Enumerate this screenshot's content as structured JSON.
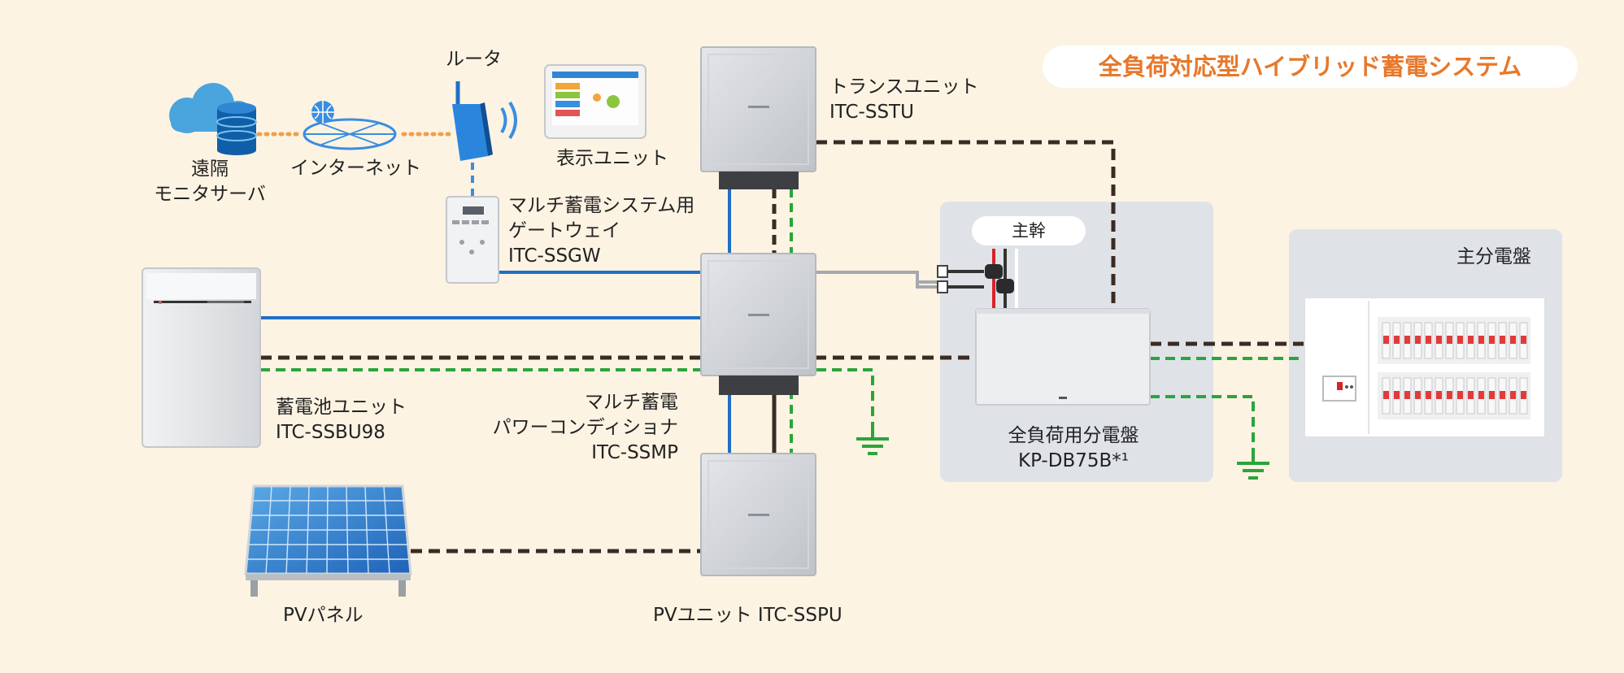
{
  "title": "全負荷対応型ハイブリッド蓄電システム",
  "labels": {
    "router": "ルータ",
    "internet": "インターネット",
    "remote_server_line1": "遠隔",
    "remote_server_line2": "モニタサーバ",
    "display_unit": "表示ユニット",
    "gateway_line1": "マルチ蓄電システム用",
    "gateway_line2": "ゲートウェイ",
    "gateway_line3": "ITC-SSGW",
    "trans_unit_line1": "トランスユニット",
    "trans_unit_line2": "ITC-SSTU",
    "battery_line1": "蓄電池ユニット",
    "battery_line2": "ITC-SSBU98",
    "pcs_line1": "マルチ蓄電",
    "pcs_line2": "パワーコンディショナ",
    "pcs_line3": "ITC-SSMP",
    "pv_panel": "PVパネル",
    "pv_unit": "PVユニット ITC-SSPU",
    "main_trunk": "主幹",
    "full_load_panel_line1": "全負荷用分電盤",
    "full_load_panel_line2": "KP-DB75B*¹",
    "main_distribution": "主分電盤"
  },
  "colors": {
    "title": "#e8782a",
    "comm_line": "#1f6fc5",
    "power_line": "#3a2b24",
    "ground_line": "#2aa53a",
    "dotted_link": "#f0a04a",
    "panel_area": "#dfe3e8"
  }
}
